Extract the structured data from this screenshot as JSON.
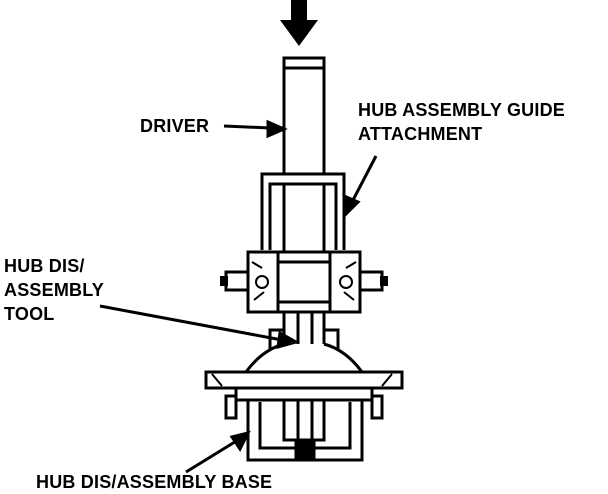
{
  "labels": {
    "driver": "DRIVER",
    "guide_line1": "HUB ASSEMBLY GUIDE",
    "guide_line2": "ATTACHMENT",
    "tool_line1": "HUB DIS/",
    "tool_line2": "ASSEMBLY",
    "tool_line3": "TOOL",
    "base": "HUB DIS/ASSEMBLY BASE"
  },
  "colors": {
    "ink": "#000000",
    "paper": "#ffffff"
  }
}
